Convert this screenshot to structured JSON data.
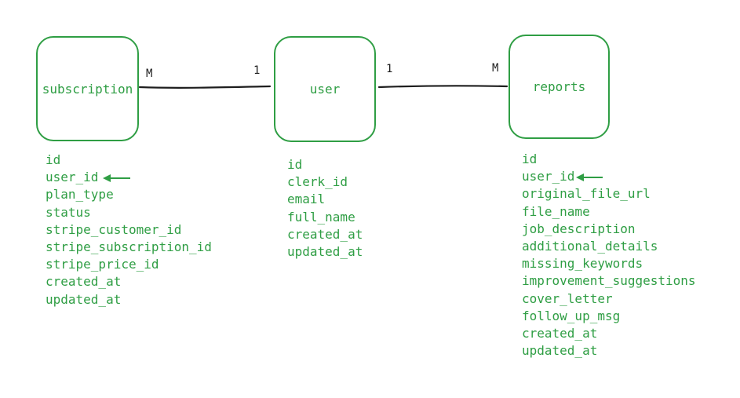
{
  "colors": {
    "entity": "#2f9e44",
    "line": "#1e1e1e",
    "background": "#ffffff"
  },
  "entities": {
    "subscription": {
      "title": "subscription",
      "fields": [
        "id",
        "user_id",
        "plan_type",
        "status",
        "stripe_customer_id",
        "stripe_subscription_id",
        "stripe_price_id",
        "created_at",
        "updated_at"
      ]
    },
    "user": {
      "title": "user",
      "fields": [
        "id",
        "clerk_id",
        "email",
        "full_name",
        "created_at",
        "updated_at"
      ]
    },
    "reports": {
      "title": "reports",
      "fields": [
        "id",
        "user_id",
        "original_file_url",
        "file_name",
        "job_description",
        "additional_details",
        "missing_keywords",
        "improvement_suggestions",
        "cover_letter",
        "follow_up_msg",
        "created_at",
        "updated_at"
      ]
    }
  },
  "relations": [
    {
      "from": "subscription",
      "to": "user",
      "from_cardinality": "M",
      "to_cardinality": "1"
    },
    {
      "from": "user",
      "to": "reports",
      "from_cardinality": "1",
      "to_cardinality": "M"
    }
  ],
  "foreign_key_markers": [
    {
      "entity": "subscription",
      "field": "user_id",
      "icon": "arrow-left-icon"
    },
    {
      "entity": "reports",
      "field": "user_id",
      "icon": "arrow-left-icon"
    }
  ]
}
